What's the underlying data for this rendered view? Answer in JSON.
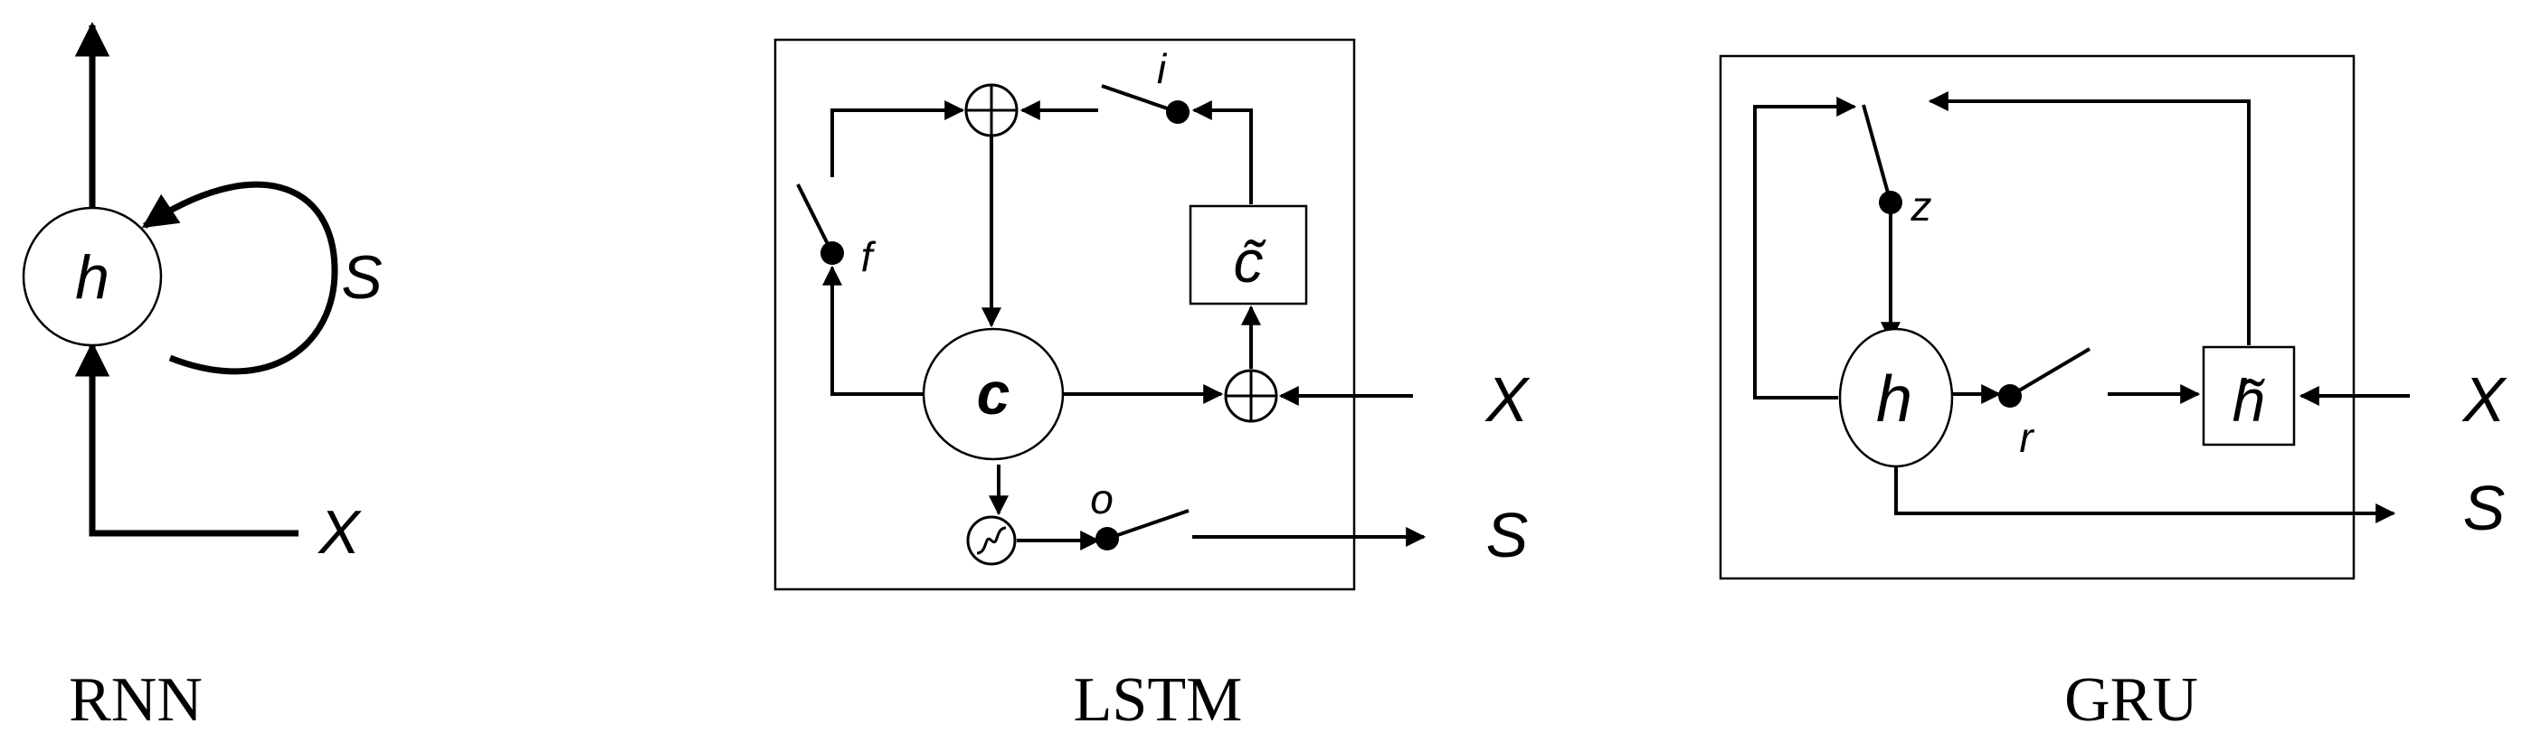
{
  "diagrams": {
    "rnn": {
      "caption": "RNN",
      "hidden_label": "h",
      "state_label": "S",
      "input_label": "X"
    },
    "lstm": {
      "caption": "LSTM",
      "cell_label": "c",
      "candidate_label": "c̃",
      "forget_gate_label": "f",
      "input_gate_label": "i",
      "output_gate_label": "o",
      "input_label": "X",
      "output_label": "S"
    },
    "gru": {
      "caption": "GRU",
      "hidden_label": "h",
      "candidate_label": "h̃",
      "update_gate_label": "z",
      "reset_gate_label": "r",
      "input_label": "X",
      "output_label": "S"
    }
  }
}
